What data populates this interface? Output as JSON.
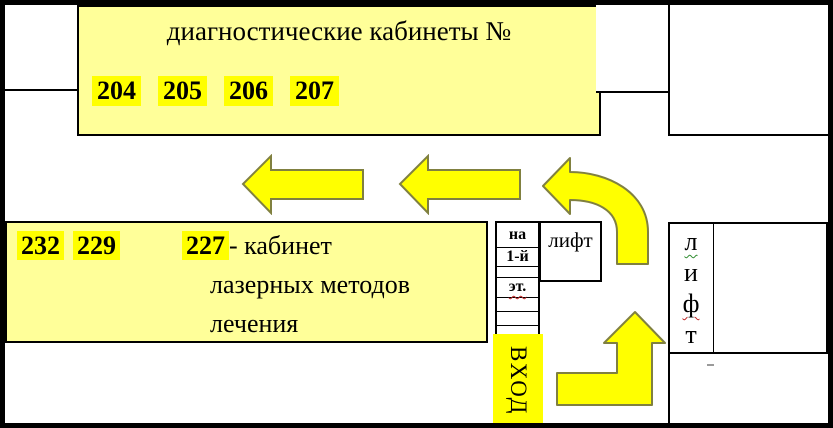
{
  "palette": {
    "pale_yellow": "#FFFF99",
    "highlight_yellow": "#FFFF00",
    "arrow_fill": "#FFFF00",
    "arrow_outline": "#808040",
    "frame_border": "#000000"
  },
  "diagnostic_box": {
    "title": "диагностические кабинеты №",
    "room_numbers": [
      "204",
      "205",
      "206",
      "207"
    ]
  },
  "laser_box": {
    "room_number_1": "232",
    "room_number_2": "229",
    "highlight_number": "227",
    "text_after_number": "- кабинет",
    "line2": "лазерных методов",
    "line3": "лечения"
  },
  "stairs_sign": {
    "rows": [
      "на",
      "1-й",
      "",
      "эт.",
      "",
      "",
      ""
    ]
  },
  "elevator_small": {
    "label": "лифт"
  },
  "entrance_sign": {
    "label": "ВХОД"
  },
  "elevator_right": {
    "letters": [
      "л",
      "и",
      "ф",
      "т"
    ]
  }
}
